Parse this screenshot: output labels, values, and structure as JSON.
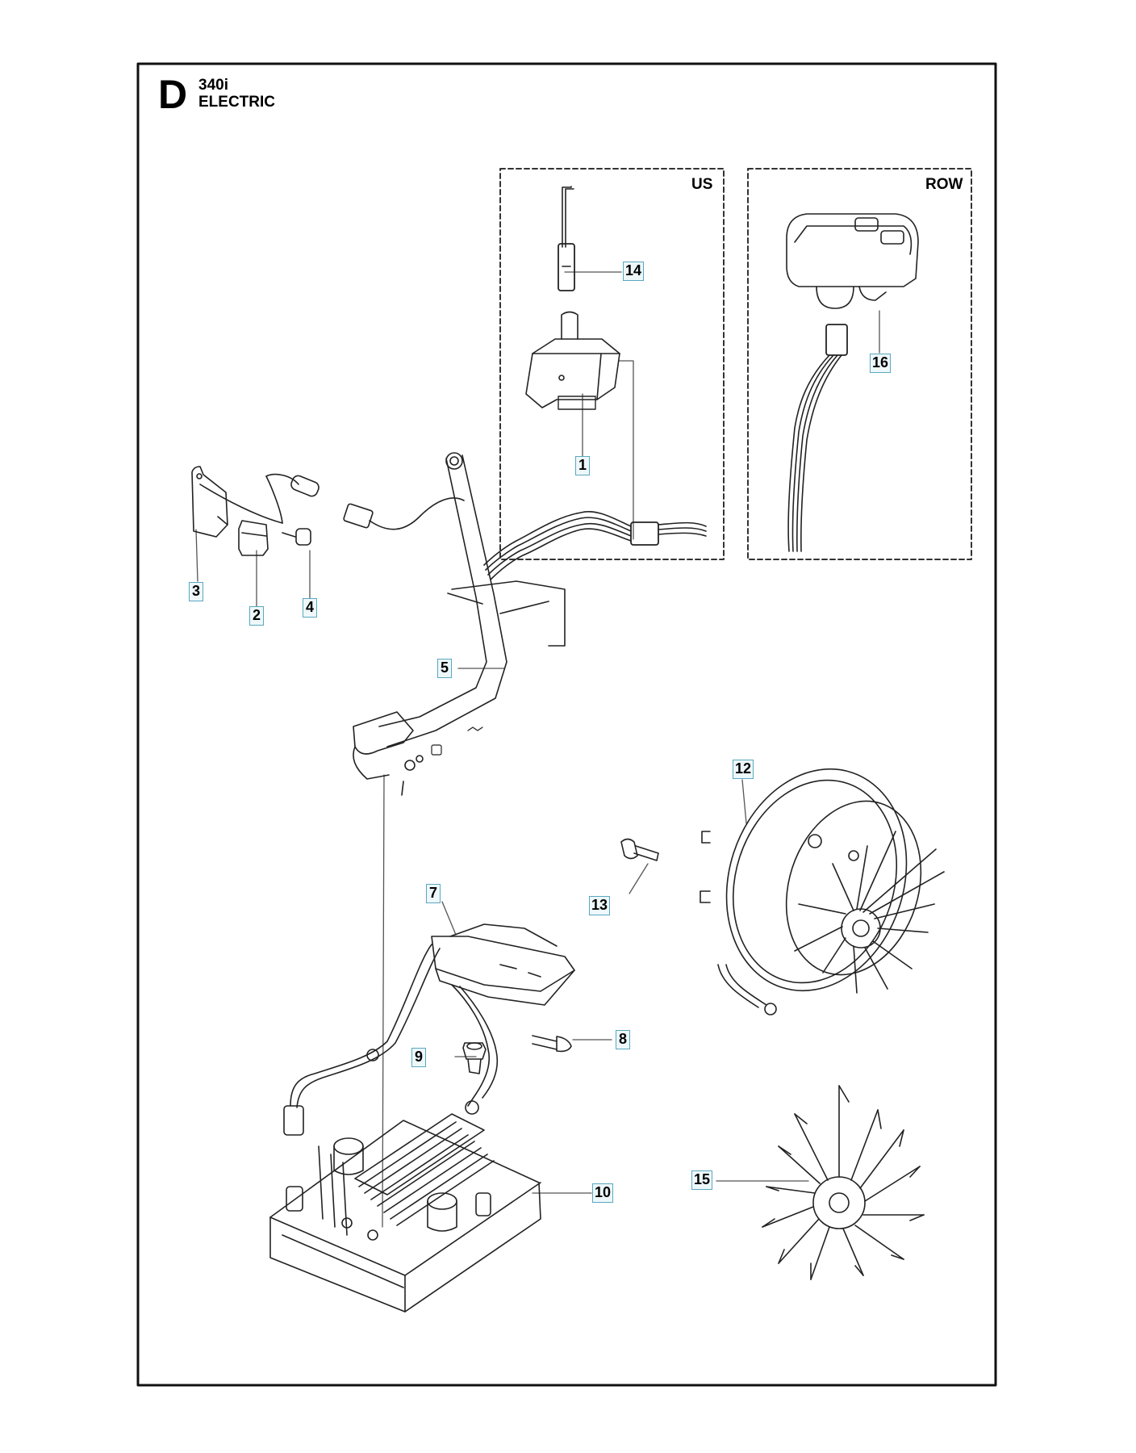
{
  "header": {
    "section_letter": "D",
    "model": "340i",
    "subtitle": "ELECTRIC"
  },
  "regions": {
    "us": "US",
    "row": "ROW"
  },
  "callouts": {
    "c1": "1",
    "c2": "2",
    "c3": "3",
    "c4": "4",
    "c5": "5",
    "c7": "7",
    "c8": "8",
    "c9": "9",
    "c10": "10",
    "c12": "12",
    "c13": "13",
    "c14": "14",
    "c15": "15",
    "c16": "16"
  }
}
